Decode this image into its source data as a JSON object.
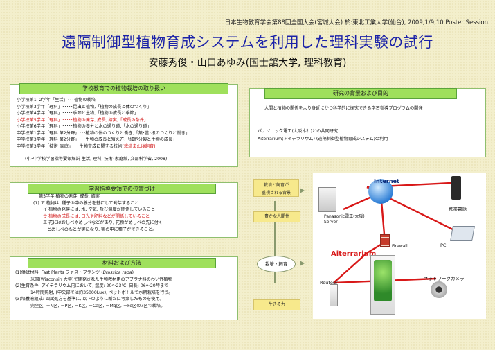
{
  "header": {
    "conference": "日本生物教育学会第88回全国大会(宮城大会)  於:東北工業大学(仙台), 2009,1/9,10  Poster Session",
    "title": "遠隔制御型植物育成システムを利用した理科実験の試行",
    "authors": "安藤秀俊・山口あゆみ(国士舘大学, 理科教育)"
  },
  "school": {
    "heading": "学校教育での植物栽培の取り扱い",
    "lines": [
      "小学校第1, 2学年「生活」･･･植物の栽培",
      "小学校第3学年「理科」･････昆虫と植物,「植物の成長と体のつくり」",
      "小学校第4学年「理科」･････季節と生物,「植物の成長と季節」",
      "小学校第5学年「理科」･････植物の発芽, 成長, 結実,「成長の条件」",
      "小学校第6学年「理科」･････植物の養分と水の通り道,「水の通り道」",
      "中学校第1学年「理科 第2分野」･･･植物の体のつくりと働き,「葉･茎･根のつくりと働き」",
      "中学校第3学年「理科 第2分野」･･･生物の成長と殖え方,「細胞分裂と生物の成長」",
      "中学校第3学年「技術･家庭」･･･生物育成に関する技術"
    ],
    "last_line_note": "(栽培または飼育)",
    "source": "(小･中学校学習指導要領解説  生活, 理科, 技術･家庭編, 文部科学省, 2008)"
  },
  "position": {
    "heading": "学習指導要領での位置づけ",
    "lines": [
      "第5学年  植物の発芽, 成長, 結実",
      "(1) ア  植物は, 種子の中の養分を基にして発芽すること",
      "イ  植物の発芽には, 水, 空気, 及び温度が関係していること",
      "ウ  植物の成長には, 日光や肥料などが関係していること",
      "エ  花にはおしべやめしべなどがあり, 花粉がめしべの先に付く",
      "とめしべのもとが実になり, 実の中に種子ができること。"
    ]
  },
  "materials": {
    "heading": "材料および方法",
    "line1_prefix": "(1)供試材料: Fast Plants ファストプランツ (",
    "line1_species": "Brassica rapa",
    "line1_suffix": ")",
    "lines": [
      "米国(Wisconsin 大学)で開発された生物教材用のアブラナ科のわい性植物",
      "(2)生育条件: アイテラリウム内において, 温度: 20～23℃, 日長: 06～20時まで",
      "14時間照射, (中央部では約35000Lux), ペットボトルで水耕栽培を行う。",
      "(3)培養液組成: 園試処方を基準に, 以下のように新たに考案したものを使用。",
      "完全区, －N区, －P区, －K区, －Ca区, －Mg区, －Fe区の7区で栽培。"
    ]
  },
  "background": {
    "heading": "研究の背景および目的",
    "lines": [
      "人間と植物の関係をより身近にかつ科学的に探究できる学習指導プログラムの開発",
      "パナソニック電工(大阪本社)との共同研究",
      "Aiterrarium(アイテラリウム) (遠隔制御型植物育成システム)の利用"
    ]
  },
  "flow": {
    "top": "栽培と飼育が\n重視される背景",
    "middle": "豊かな人間性",
    "center": "栽培・飼育",
    "bottom": "生きる力"
  },
  "network": {
    "internet": "Internet",
    "server": "Panasonic電工(大阪)\nServer",
    "firewall": "Firewall",
    "phone": "携帯電話",
    "pc": "PC",
    "brand": "Aiterrarium",
    "router": "Routeur",
    "camera": "ネットワークカメラ"
  },
  "colors": {
    "title": "#1b22a8",
    "header_green": "#9fe05c",
    "highlight_red": "#d01010",
    "network_red": "#d81818",
    "flow_yellow": "#f7e98c"
  }
}
